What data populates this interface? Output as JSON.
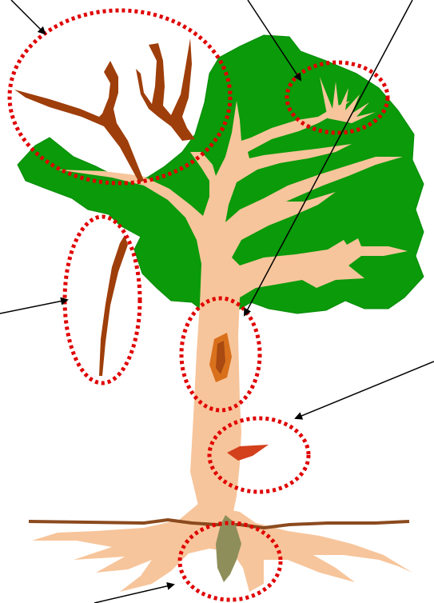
{
  "diagram": {
    "colors": {
      "canopy": "#0A9A0A",
      "canopy_shadow": "#0A8C0A",
      "trunk": "#F7C59B",
      "dead_branch": "#9E3E0A",
      "wound": "#D9701C",
      "wound_core": "#A84A12",
      "bark_damage": "#D2401C",
      "fungus": "#8E8E5A",
      "ground_line": "#8B4A1E",
      "highlight_circle": "#E00000",
      "arrow": "#000000"
    },
    "callouts": [
      {
        "id": "dead-branches",
        "icon": "dead-branch-icon"
      },
      {
        "id": "witches-broom",
        "icon": "sprout-cluster-icon"
      },
      {
        "id": "trunk-cavity",
        "icon": "cavity-icon"
      },
      {
        "id": "hanging-branch",
        "icon": "broken-branch-icon"
      },
      {
        "id": "bark-wound",
        "icon": "wound-icon"
      },
      {
        "id": "root-decay-fungus",
        "icon": "fungus-icon"
      }
    ]
  }
}
